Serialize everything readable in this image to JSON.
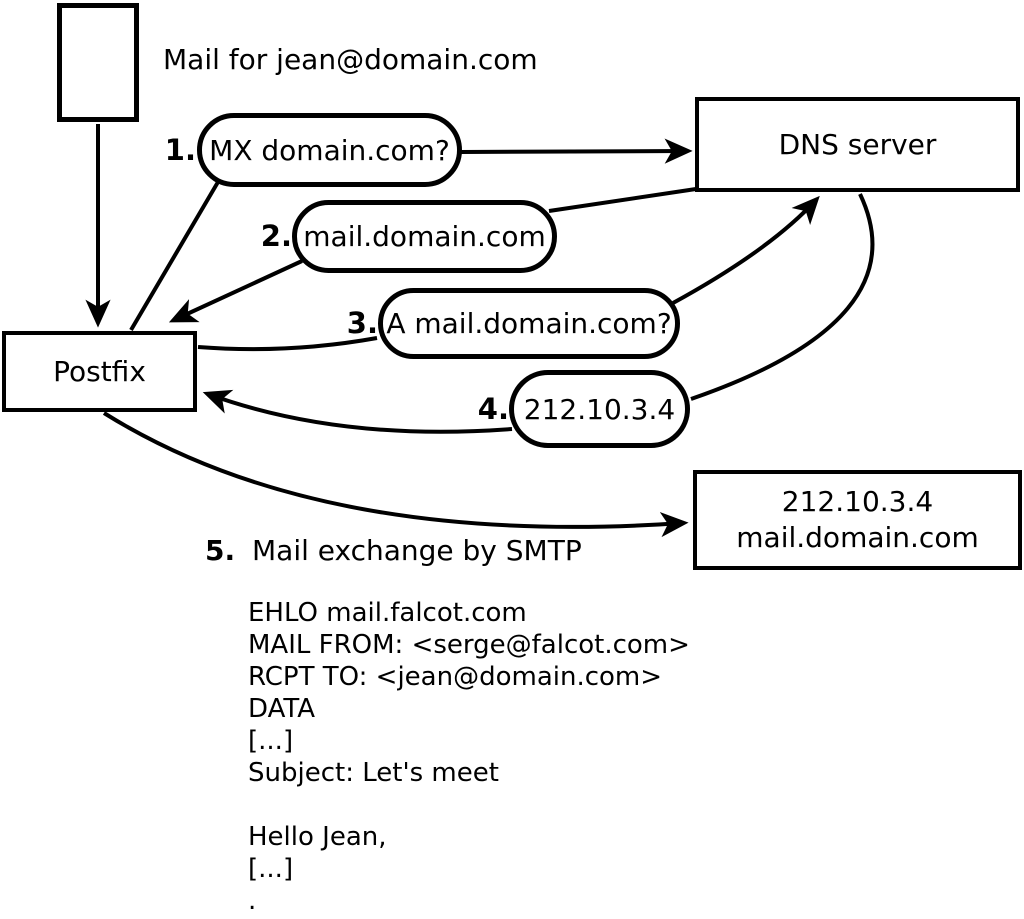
{
  "diagram": {
    "background_color": "#ffffff",
    "stroke_color": "#000000",
    "mail_note": "Mail for jean@domain.com",
    "nodes": {
      "postfix": "Postfix",
      "dns_server": "DNS server",
      "mail_server_ip": "212.10.3.4",
      "mail_server_host": "mail.domain.com"
    },
    "steps": [
      {
        "num": "1.",
        "label": "MX domain.com?"
      },
      {
        "num": "2.",
        "label": "mail.domain.com"
      },
      {
        "num": "3.",
        "label": "A mail.domain.com?"
      },
      {
        "num": "4.",
        "label": "212.10.3.4"
      },
      {
        "num": "5.",
        "label": "Mail exchange by SMTP"
      }
    ],
    "smtp_session": "EHLO mail.falcot.com\nMAIL FROM: <serge@falcot.com>\nRCPT TO: <jean@domain.com>\nDATA\n[...]\nSubject: Let's meet\n\nHello Jean,\n[...]\n."
  }
}
